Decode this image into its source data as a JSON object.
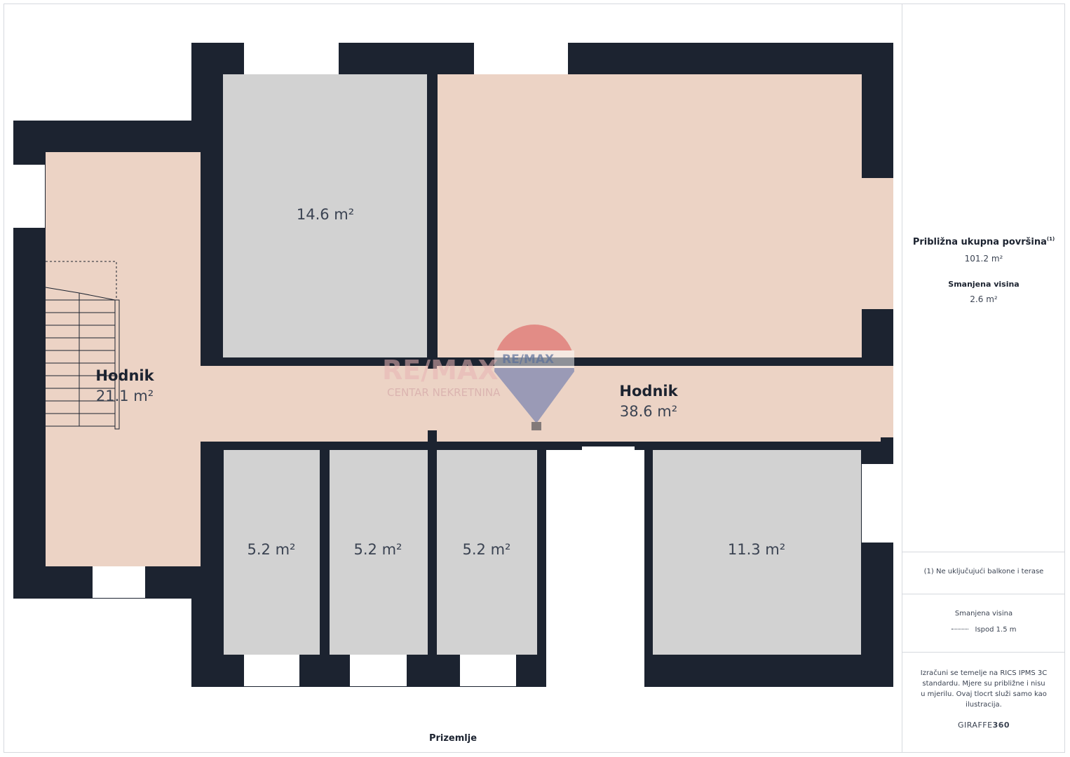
{
  "plan": {
    "rooms": [
      {
        "id": "stair-hall",
        "name": "Hodnik",
        "area": "21.1 m²"
      },
      {
        "id": "room-top-left",
        "name": "",
        "area": "14.6 m²"
      },
      {
        "id": "hall-main",
        "name": "Hodnik",
        "area": "38.6 m²"
      },
      {
        "id": "room-small-1",
        "name": "",
        "area": "5.2 m²"
      },
      {
        "id": "room-small-2",
        "name": "",
        "area": "5.2 m²"
      },
      {
        "id": "room-small-3",
        "name": "",
        "area": "5.2 m²"
      },
      {
        "id": "room-bottom-right",
        "name": "",
        "area": "11.3 m²"
      }
    ],
    "floor_name": "Prizemlje",
    "watermark": {
      "brand": "RE/MAX",
      "subtitle": "CENTAR NEKRETNINA"
    }
  },
  "panel": {
    "total_label": "Približna ukupna površina",
    "total_footnote": "(1)",
    "total_value": "101.2 m²",
    "reduced_label": "Smanjena visina",
    "reduced_value": "2.6 m²",
    "footnote": "(1) Ne uključujući balkone i terase",
    "legend_title": "Smanjena visina",
    "legend_item": "Ispod 1.5 m",
    "disclaimer": "Izračuni se temelje na RICS IPMS 3C standardu. Mjere su približne i nisu u mjerilu. Ovaj tlocrt služi samo kao ilustracija.",
    "brand_prefix": "GIRAFFE",
    "brand_suffix": "360"
  },
  "colors": {
    "wall": "#1c2330",
    "room_grey": "#d2d2d2",
    "room_pink": "#ecd3c5"
  }
}
